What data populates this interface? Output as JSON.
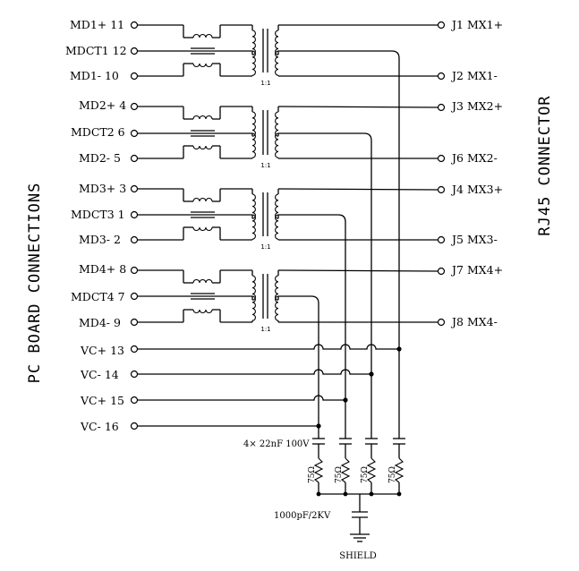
{
  "side_labels": {
    "left": "PC BOARD CONNECTIONS",
    "right": "RJ45 CONNECTOR"
  },
  "left_pins": [
    {
      "name": "MD1+",
      "num": "11"
    },
    {
      "name": "MDCT1",
      "num": "12"
    },
    {
      "name": "MD1-",
      "num": "10"
    },
    {
      "name": "MD2+",
      "num": "4"
    },
    {
      "name": "MDCT2",
      "num": "6"
    },
    {
      "name": "MD2-",
      "num": "5"
    },
    {
      "name": "MD3+",
      "num": "3"
    },
    {
      "name": "MDCT3",
      "num": "1"
    },
    {
      "name": "MD3-",
      "num": "2"
    },
    {
      "name": "MD4+",
      "num": "8"
    },
    {
      "name": "MDCT4",
      "num": "7"
    },
    {
      "name": "MD4-",
      "num": "9"
    },
    {
      "name": "VC+",
      "num": "13"
    },
    {
      "name": "VC-",
      "num": "14"
    },
    {
      "name": "VC+",
      "num": "15"
    },
    {
      "name": "VC-",
      "num": "16"
    }
  ],
  "right_pins": [
    {
      "j": "J1",
      "name": "MX1+"
    },
    {
      "j": "J2",
      "name": "MX1-"
    },
    {
      "j": "J3",
      "name": "MX2+"
    },
    {
      "j": "J6",
      "name": "MX2-"
    },
    {
      "j": "J4",
      "name": "MX3+"
    },
    {
      "j": "J5",
      "name": "MX3-"
    },
    {
      "j": "J7",
      "name": "MX4+"
    },
    {
      "j": "J8",
      "name": "MX4-"
    }
  ],
  "transformer_ratio": "1:1",
  "resistor_label": "75Ω",
  "cap_array_label": "4× 22nF 100V",
  "shield_cap_label": "1000pF/2KV",
  "shield_label": "SHIELD"
}
